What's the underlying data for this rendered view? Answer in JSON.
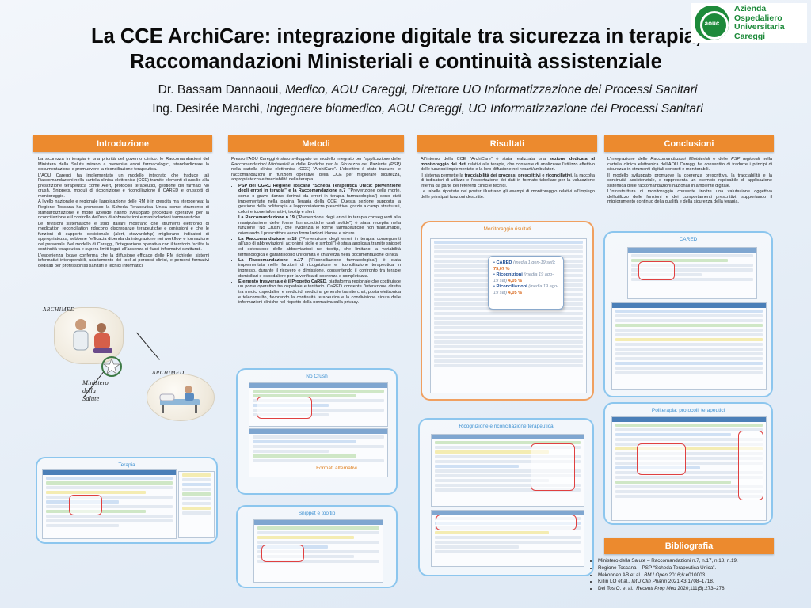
{
  "header": {
    "title_line1": "La CCE ArchiCare: integrazione digitale tra sicurezza in terapia,",
    "title_line2": "Raccomandazioni Ministeriali e continuità assistenziale",
    "author1_name": "Dr. Bassam Dannaoui, ",
    "author1_role": "Medico, AOU Careggi, Direttore UO Informatizzazione dei Processi Sanitari",
    "author2_name": "Ing. Desirée Marchi, ",
    "author2_role": "Ingegnere biomedico, AOU Careggi, UO Informatizzazione dei Processi Sanitari"
  },
  "logo": {
    "mark": "aouc",
    "line1": "Azienda",
    "line2": "Ospedaliero",
    "line3": "Universitaria",
    "line4": "Careggi",
    "colors": {
      "brand": "#1d8a3a"
    }
  },
  "sections": {
    "introduzione": {
      "heading": "Introduzione",
      "paragraphs": [
        "La sicurezza in terapia è una priorità del governo clinico: le Raccomandazioni del Ministero della Salute mirano a prevenire errori farmacologici, standardizzare la documentazione e promuovere la riconciliazione terapeutica.",
        "L'AOU Careggi ha implementato un modello integrato che traduce tali Raccomandazioni nella cartella clinica elettronica (CCE) tramite elementi di ausilio alla prescrizione terapeutica come Alert, protocolli terapeutici, gestione dei farmaci No crush, Snippets, moduli di ricognizione e riconciliazione il CARED e cruscotti di monitoraggio.",
        "A livello nazionale e regionale l'applicazione delle RM è in crescita ma eterogenea: la Regione Toscana ha promosso la Scheda Terapeutica Unica come strumento di standardizzazione e molte aziende hanno sviluppato procedure operative per la riconciliazione e il controllo dell'uso di abbreviazioni e manipolazioni farmaceutiche.",
        "Le revisioni sistematiche e studi italiani mostrano che strumenti elettronici di medication reconciliation riducono discrepanze terapeutiche e omissioni e che le funzioni di supporto decisionale (alert, stewardship) migliorano indicatori di appropriatezza, sebbene l'efficacia dipenda da integrazione nei workflow e formazione del personale. Nel modello di Careggi, l'integrazione operativa con il territorio facilita la continuità terapeutica e supera limiti legati all'assenza di flussi informativi strutturati.",
        "L'esperienza locale conferma che la diffusione efficace delle RM richiede: sistemi informativi interoperabili, adattamento dei tool ai percorsi clinici, e percorsi formativi dedicati per professionisti sanitari e tecnici informatici."
      ]
    },
    "metodi": {
      "heading": "Metodi",
      "intro_a": "Presso l'AOU Careggi è stato sviluppato un modello integrato per l'applicazione delle ",
      "intro_b": "Raccomandazioni Ministeriali",
      "intro_c": " e delle ",
      "intro_d": "Pratiche per la Sicurezza del Paziente (PSP)",
      "intro_e": " nella cartella clinica elettronica (CCE) “ArchiCare”. L'obiettivo è stato tradurre le raccomandazioni in funzioni operative della CCE per migliorare sicurezza, appropriatezza e tracciabilità della terapia.",
      "items": [
        {
          "bold": "PSP del CGRC Regione Toscana “Scheda Terapeutica Unica: prevenzione degli errori in terapia” e la Raccomandazione n.7",
          "text": " (“Prevenzione della morte, coma o grave danno derivati da errori in terapia farmacologica”) sono stati implementate nella pagina Terapia della CCE. Questa sezione supporta la gestione della politerapia e l'appropriatezza prescrittiva, grazie a campi strutturati, colori e icone informativi, tooltip e alert."
        },
        {
          "bold": "La Raccomandazione n.19",
          "text": " (“Prevenzione degli errori in terapia conseguenti alla manipolazione delle forme farmaceutiche orali solide”) è stata recepita nella funzione “No Crush”, che evidenzia le forme farmaceutiche non frantumabili, orientando il prescrittore verso formulazioni idonee e sicure."
        },
        {
          "bold": "La Raccomandazione n.18",
          "text": " (“Prevenzione degli errori in terapia conseguenti all'uso di abbreviazioni, acronimi, sigle e simboli”) è stata applicata tramite snippet ed estensione delle abbreviazioni nel tooltip, che limitano la variabilità terminologica e garantiscono uniformità e chiarezza nella documentazione clinica."
        },
        {
          "bold": "La Raccomandazione n.17",
          "text": " (“Riconciliazione farmacologica”) è stata implementata nelle funzioni di ricognizione e riconciliazione terapeutica in ingresso, durante il ricovero e dimissione, consentendo il confronto tra terapie domiciliari e ospedaliere per la verifica di coerenza e completezza."
        },
        {
          "bold": "Elemento trasversale è il Progetto CaRED",
          "text": ", piattaforma regionale che costituisce un ponte operativo tra ospedale e territorio. CaRED consente l'interazione diretta tra medici ospedalieri e medici di medicina generale tramite chat, posta elettronica e teleconsulto, favorendo la continuità terapeutica e la condivisione sicura delle informazioni cliniche nel rispetto della normativa sulla privacy."
        }
      ]
    },
    "risultati": {
      "heading": "Risultati",
      "p1_a": "All'interno della CCE “ArchiCare” è stata realizzata una ",
      "p1_b": "sezione dedicata al monitoraggio dei dati",
      "p1_c": " relativi alla terapia, che consente di analizzare l'utilizzo effettivo delle funzioni implementate e la loro diffusione nei reparti/ambulatori.",
      "p2_a": "Il sistema permette la ",
      "p2_b": "tracciabilità dei processi prescrittivi e riconciliativi",
      "p2_c": ", la raccolta di indicatori di utilizzo e l'esportazione dei dati in formato tabellare per la valutazione interna da parte dei referenti clinici e tecnici.",
      "p3": "Le tabelle riportate nel poster illustrano gli esempi di monitoraggio relativi all'impiego delle principali funzioni descritte."
    },
    "conclusioni": {
      "heading": "Conclusioni",
      "p1_a": "L'integrazione delle ",
      "p1_b": "Raccomandazioni Ministeriali",
      "p1_c": " e delle ",
      "p1_d": "PSP regionali",
      "p1_e": " nella cartella clinica elettronica dell'AOU Careggi ha consentito di tradurre i principi di sicurezza in strumenti digitali concreti e monitorabili.",
      "p2": "Il modello sviluppato promuove la coerenza prescrittiva, la tracciabilità e la continuità assistenziale, e rappresenta un esempio replicabile di applicazione sistemica delle raccomandazioni nazionali in ambiente digitale.",
      "p3": "L'infrastruttura di monitoraggio consente inoltre una valutazione oggettiva dell'utilizzo delle funzioni e dei comportamenti prescrittivi, supportando il miglioramento continuo della qualità e della sicurezza della terapia."
    },
    "bibliografia": {
      "heading": "Bibliografia",
      "refs": [
        {
          "a": "Ministero della Salute – Raccomandazioni n.7, n.17, n.18, n.19.",
          "i": "",
          "b": ""
        },
        {
          "a": "Regione Toscana – PSP “Scheda Terapeutica Unica”.",
          "i": "",
          "b": ""
        },
        {
          "a": "Mekonnen AB et al., ",
          "i": "BMJ Open",
          "b": " 2016;6:e010003."
        },
        {
          "a": "Killin LO et al., ",
          "i": "Int J Clin Pharm",
          "b": " 2021;43:1708–1718."
        },
        {
          "a": "Dei Tos O. et al., ",
          "i": "Recenti Prog Med",
          "b": " 2020;111(5):273–278."
        }
      ]
    }
  },
  "panels": {
    "terapia": "Terapia",
    "no_crush": "No Crush",
    "formati_alternativi": "Formati alternativi",
    "snippet": "Snippet e tooltip",
    "monitoraggio": "Monitoraggio risultati",
    "ricognizione": "Ricognizione e riconciliazione terapeutica",
    "cared": "CARED",
    "politerapia": "Politerapia: protocolli terapeutici"
  },
  "monitoraggio_popup": {
    "cared_label": "CARED",
    "cared_period": "(media 1 gen-19 set)",
    "cared_pct": "75,07 %",
    "ricognizioni_label": "Ricognizioni",
    "ricognizioni_period": "(media 19 ago-19 set)",
    "ricognizioni_pct": "4,05 %",
    "riconciliazioni_label": "Riconciliazioni",
    "riconciliazioni_period": "(media 19 ago-19 set)",
    "riconciliazioni_pct": "4,05 %"
  },
  "illustrations": {
    "archicare_brand": "ARCHIMED",
    "archimed_brand": "ARCHIMED",
    "ministero": "Ministero della Salute"
  },
  "colors": {
    "section_header": "#ec8a2e",
    "panel_border_blue": "#8cc6ee",
    "panel_border_orange": "#f0a060",
    "highlight_pct": "#d8661a"
  }
}
